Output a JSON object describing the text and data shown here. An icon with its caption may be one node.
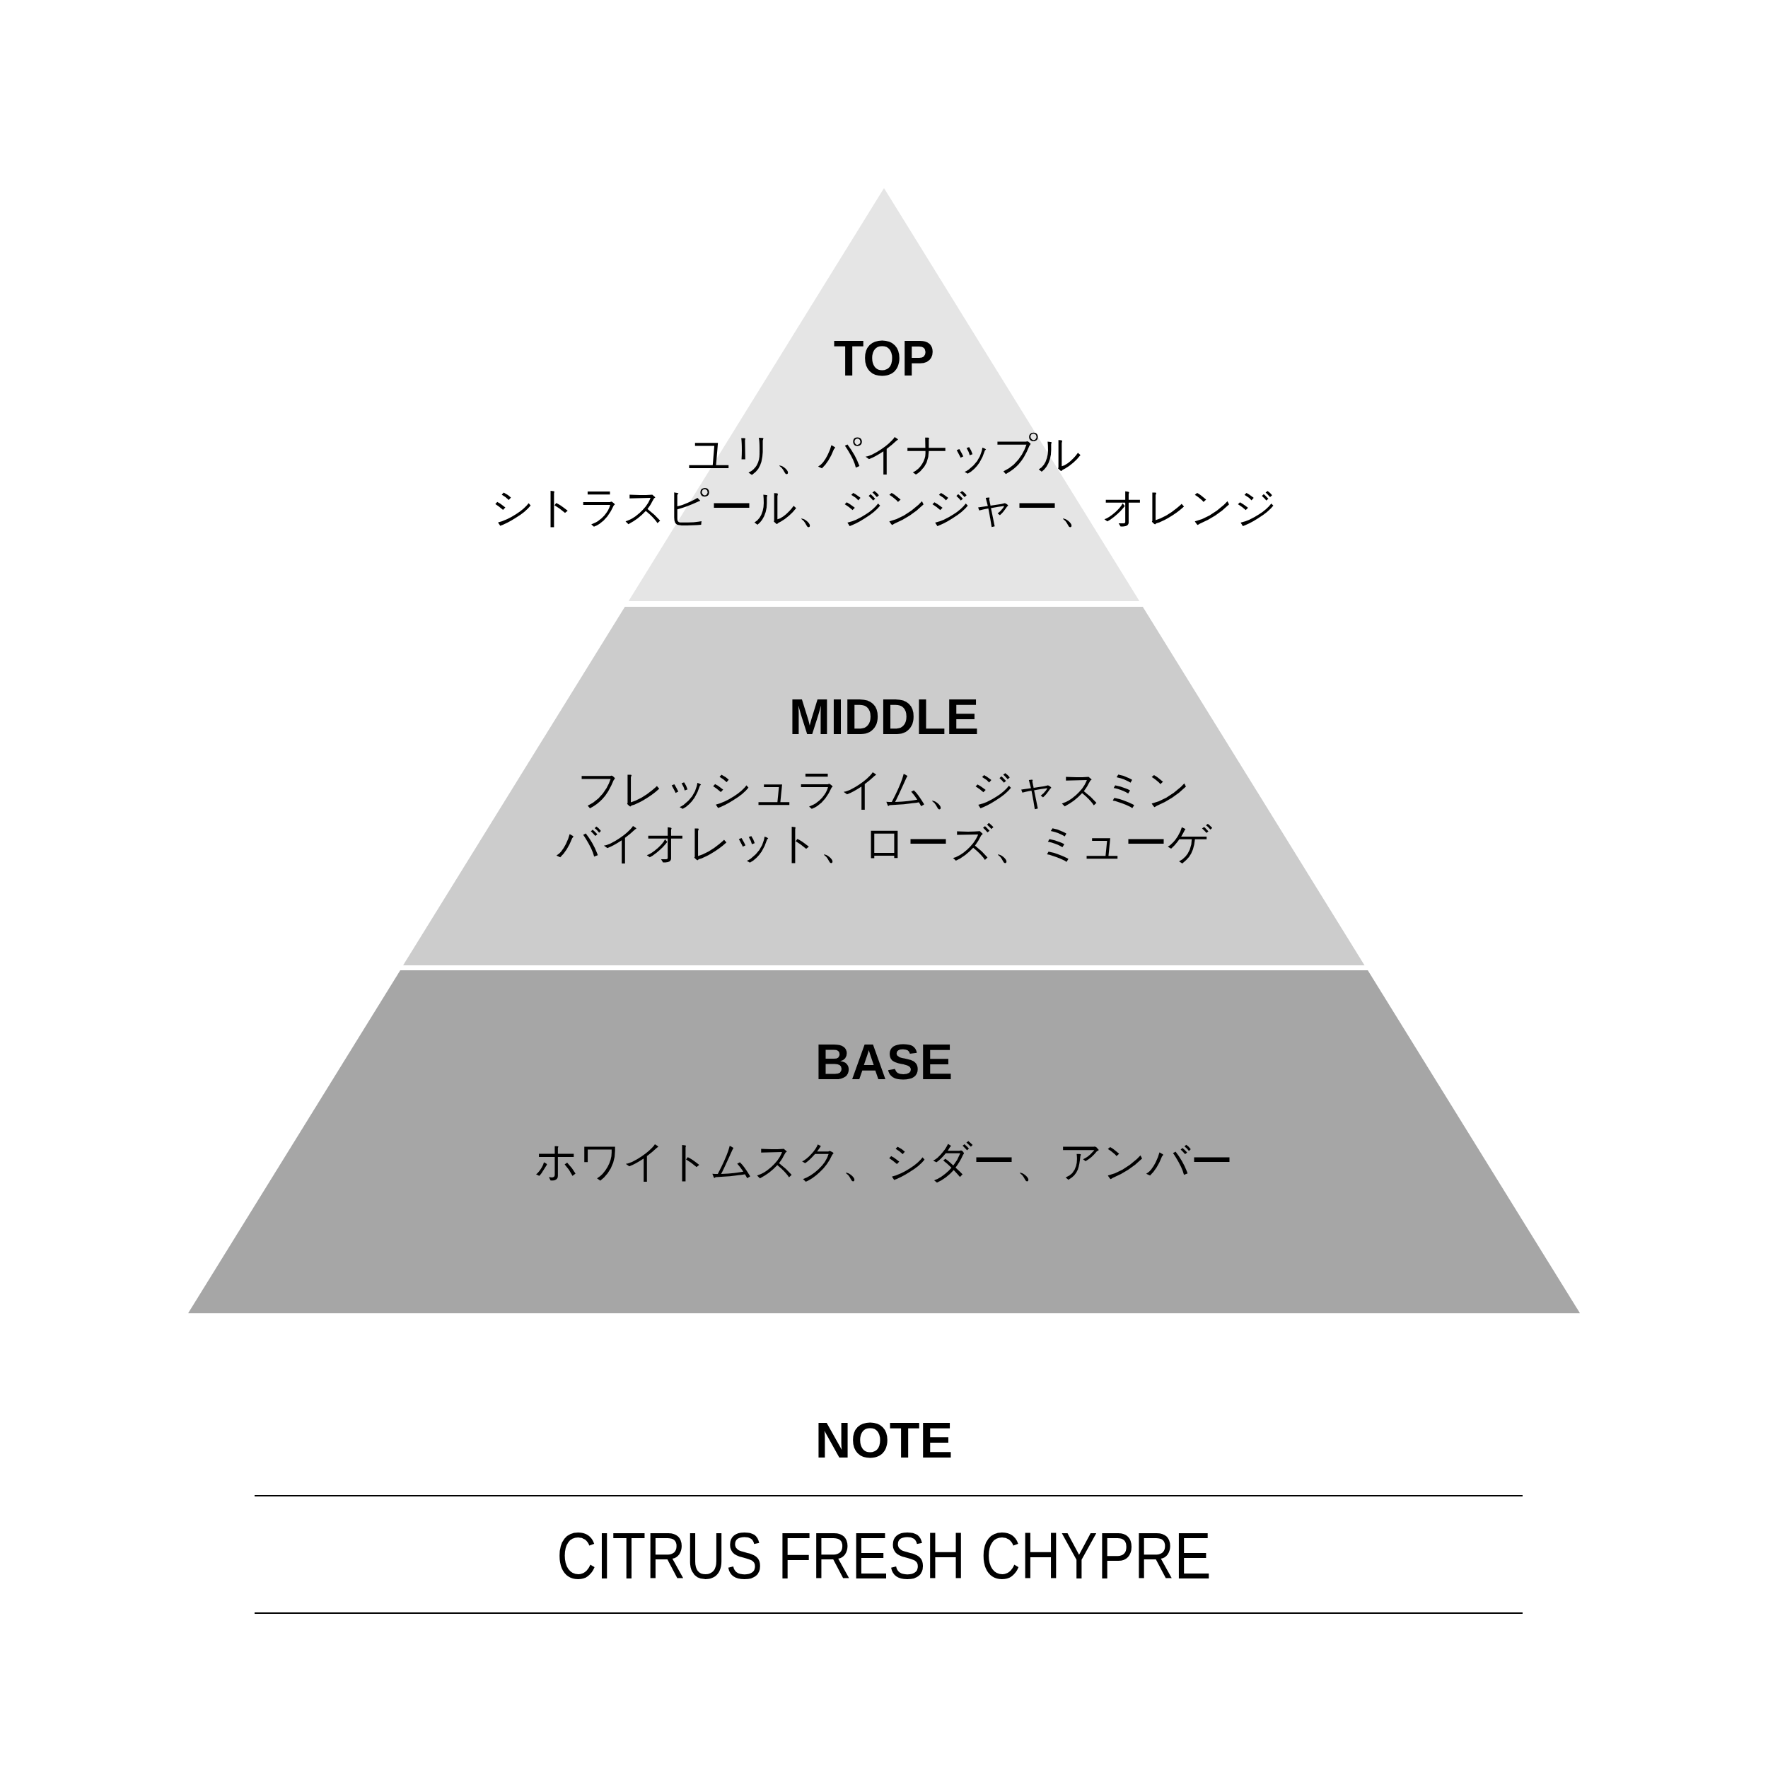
{
  "diagram": {
    "nodes": [
      {
        "text": [
          "TOP",
          "ユリ、パイナップル",
          "シトラスピール、ジンジャー、オレンジ"
        ]
      },
      {
        "text": [
          "MIDDLE",
          "フレッシュライム、ジャスミン",
          "バイオレット、ローズ、ミューゲ"
        ]
      },
      {
        "text": [
          "BASE",
          "ホワイトムスク、シダー、アンバー"
        ]
      }
    ],
    "labels": [
      "NOTE",
      "CITRUS FRESH CHYPRE"
    ]
  }
}
